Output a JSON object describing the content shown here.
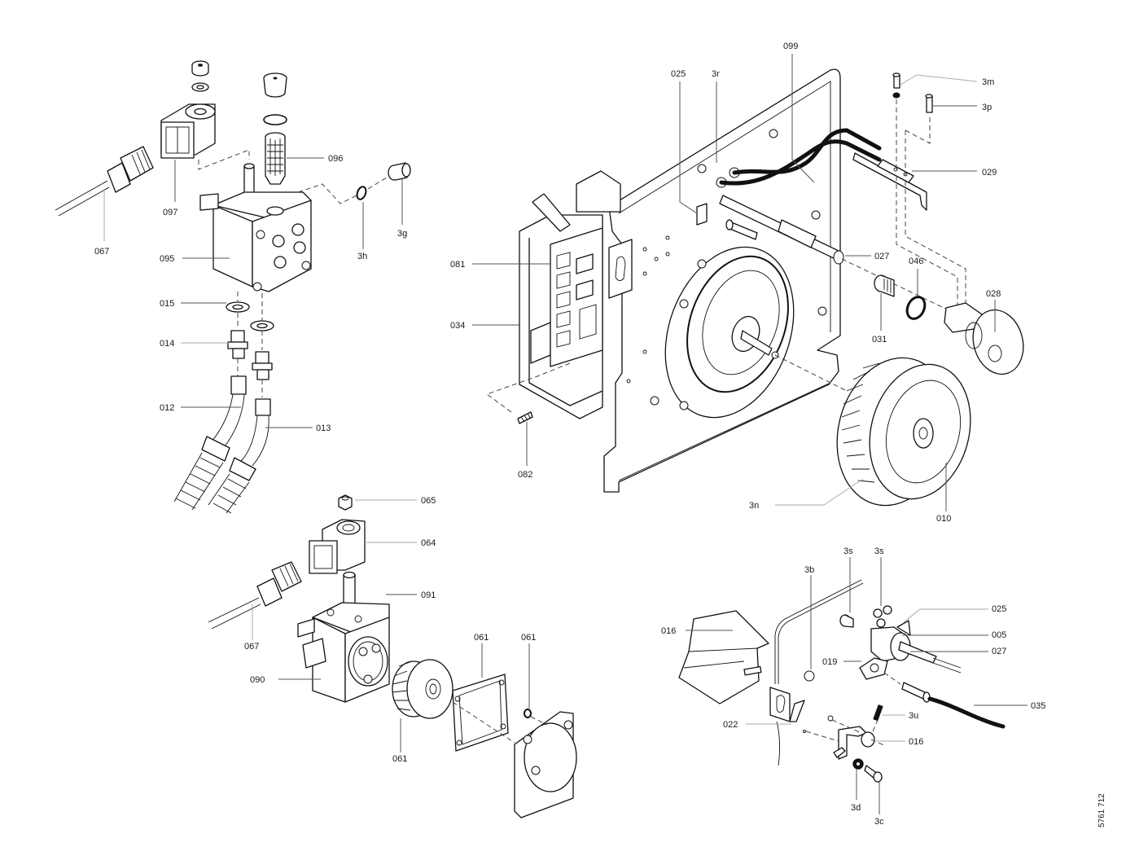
{
  "title": "Burner exploded parts diagram",
  "drawing_number": "5761 712",
  "groups": {
    "pump_assembly_a": {
      "labels": [
        {
          "id": "l-067a",
          "text": "067"
        },
        {
          "id": "l-097",
          "text": "097"
        },
        {
          "id": "l-096",
          "text": "096"
        },
        {
          "id": "l-095",
          "text": "095"
        },
        {
          "id": "l-3h",
          "text": "3h"
        },
        {
          "id": "l-3g",
          "text": "3g"
        },
        {
          "id": "l-015",
          "text": "015"
        },
        {
          "id": "l-014",
          "text": "014"
        },
        {
          "id": "l-012",
          "text": "012"
        },
        {
          "id": "l-013",
          "text": "013"
        }
      ]
    },
    "housing_assembly": {
      "labels": [
        {
          "id": "l-025a",
          "text": "025"
        },
        {
          "id": "l-3r",
          "text": "3r"
        },
        {
          "id": "l-099",
          "text": "099"
        },
        {
          "id": "l-3m",
          "text": "3m"
        },
        {
          "id": "l-3p",
          "text": "3p"
        },
        {
          "id": "l-029",
          "text": "029"
        },
        {
          "id": "l-081",
          "text": "081"
        },
        {
          "id": "l-027a",
          "text": "027"
        },
        {
          "id": "l-046",
          "text": "046"
        },
        {
          "id": "l-028",
          "text": "028"
        },
        {
          "id": "l-034",
          "text": "034"
        },
        {
          "id": "l-031",
          "text": "031"
        },
        {
          "id": "l-082",
          "text": "082"
        },
        {
          "id": "l-3n",
          "text": "3n"
        },
        {
          "id": "l-010",
          "text": "010"
        }
      ]
    },
    "pump_assembly_b": {
      "labels": [
        {
          "id": "l-065",
          "text": "065"
        },
        {
          "id": "l-064",
          "text": "064"
        },
        {
          "id": "l-091",
          "text": "091"
        },
        {
          "id": "l-067b",
          "text": "067"
        },
        {
          "id": "l-090",
          "text": "090"
        },
        {
          "id": "l-061a",
          "text": "061"
        },
        {
          "id": "l-061b",
          "text": "061"
        },
        {
          "id": "l-061c",
          "text": "061"
        }
      ]
    },
    "damper_assembly": {
      "labels": [
        {
          "id": "l-3s1",
          "text": "3s"
        },
        {
          "id": "l-3s2",
          "text": "3s"
        },
        {
          "id": "l-3b",
          "text": "3b"
        },
        {
          "id": "l-025b",
          "text": "025"
        },
        {
          "id": "l-005",
          "text": "005"
        },
        {
          "id": "l-027b",
          "text": "027"
        },
        {
          "id": "l-016a",
          "text": "016"
        },
        {
          "id": "l-019",
          "text": "019"
        },
        {
          "id": "l-035",
          "text": "035"
        },
        {
          "id": "l-3u",
          "text": "3u"
        },
        {
          "id": "l-022",
          "text": "022"
        },
        {
          "id": "l-016b",
          "text": "016"
        },
        {
          "id": "l-3d",
          "text": "3d"
        },
        {
          "id": "l-3c",
          "text": "3c"
        }
      ]
    }
  }
}
